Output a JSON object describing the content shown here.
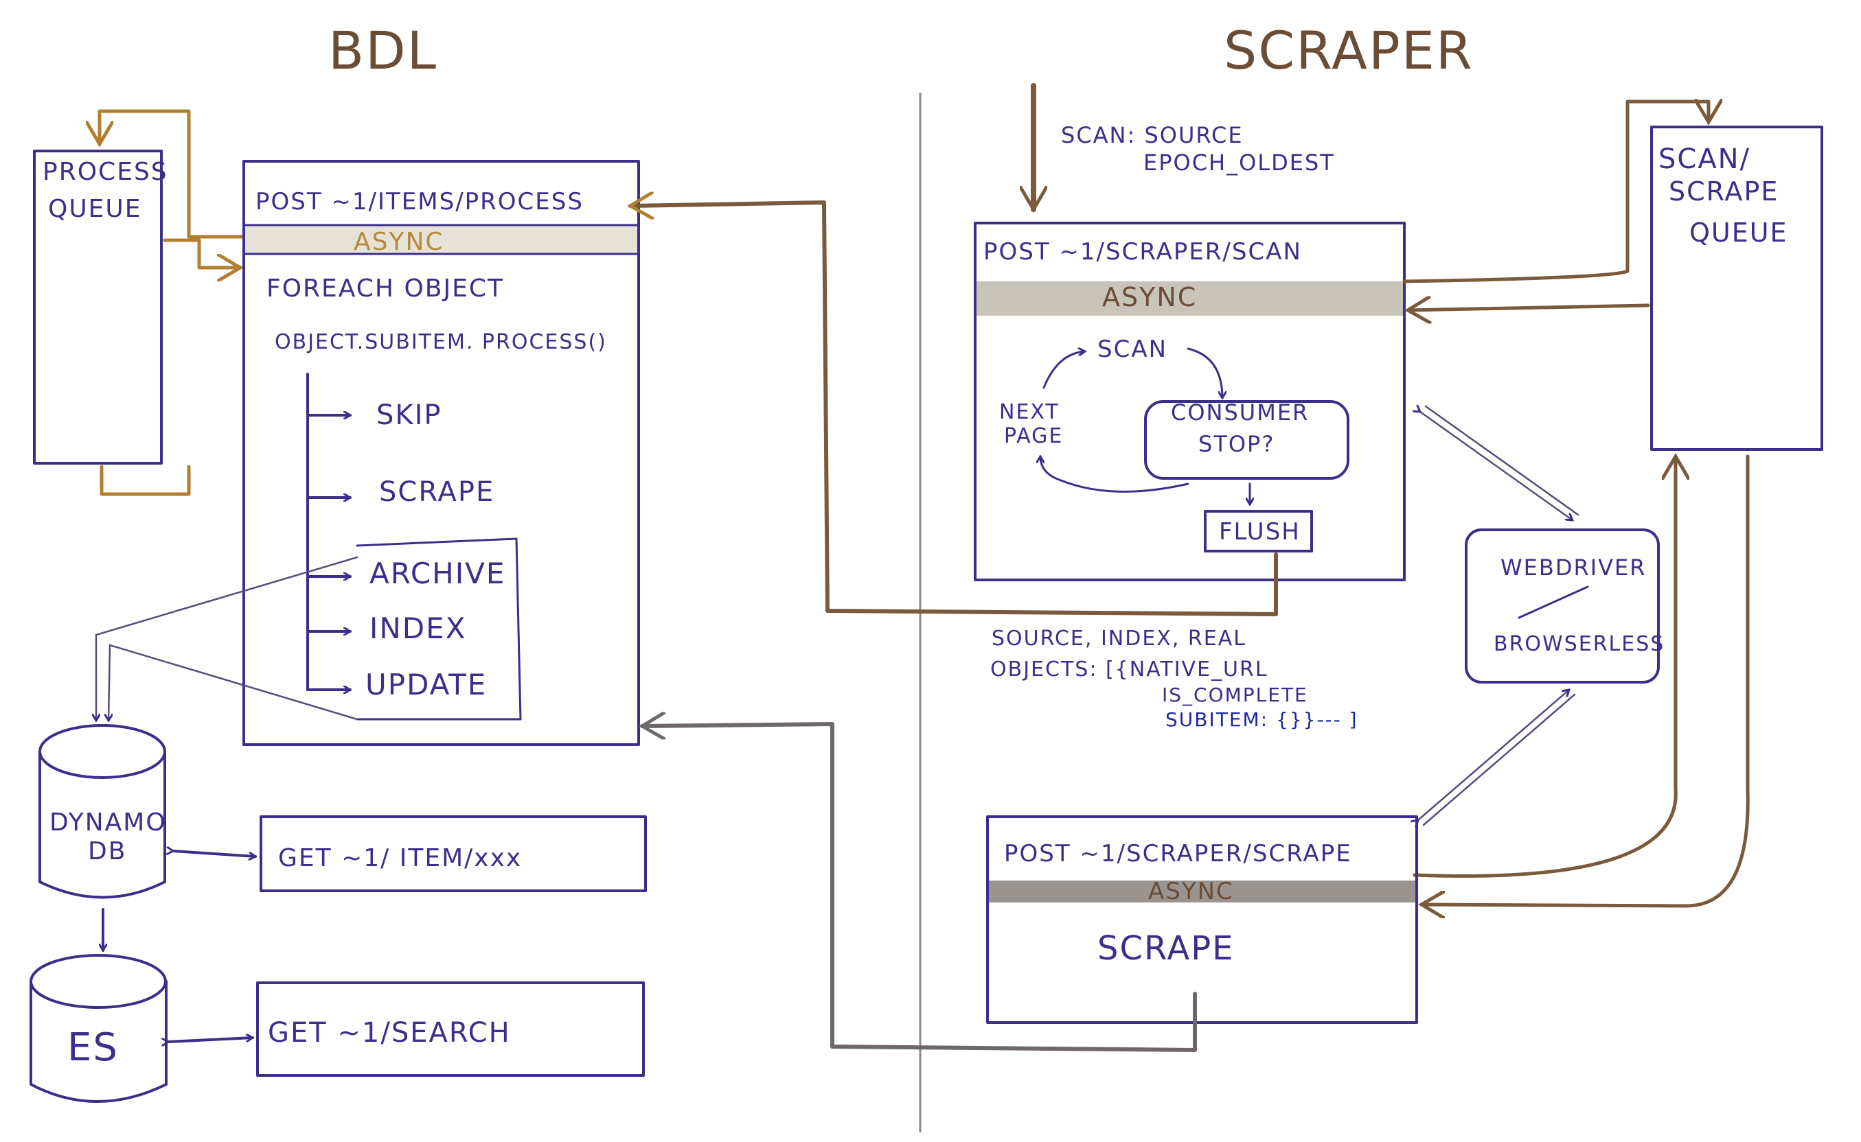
{
  "titles": {
    "left": "BDL",
    "right": "SCRAPER"
  },
  "colors": {
    "ink": "#3a2f8a",
    "brown": "#7a5a3a",
    "gold": "#b08030",
    "grey": "#6e6868",
    "async_band": "#c8c4b8"
  },
  "process_queue": {
    "line1": "PROCESS",
    "line2": "QUEUE"
  },
  "items_process": {
    "endpoint": "POST  ~1/ITEMS/PROCESS",
    "async": "ASYNC",
    "foreach": "FOREACH   OBJECT",
    "call": "OBJECT.SUBITEM. PROCESS()",
    "branches": [
      "SKIP",
      "SCRAPE",
      "ARCHIVE",
      "INDEX",
      "UPDATE"
    ]
  },
  "dynamo": {
    "line1": "DYNAMO",
    "line2": "DB"
  },
  "es": {
    "label": "ES"
  },
  "get_item": {
    "endpoint": "GET   ~1/ ITEM/xxx"
  },
  "get_search": {
    "endpoint": "GET   ~1/SEARCH"
  },
  "scan_input": {
    "line1": "SCAN: SOURCE",
    "line2": "EPOCH_OLDEST"
  },
  "scraper_scan": {
    "endpoint": "POST  ~1/SCRAPER/SCAN",
    "async": "ASYNC",
    "scan": "SCAN",
    "next_page_1": "NEXT",
    "next_page_2": "PAGE",
    "consumer_1": "CONSUMER",
    "consumer_2": "STOP?",
    "flush": "FLUSH"
  },
  "payload": {
    "line1": "SOURCE, INDEX, REAL",
    "line2_a": "OBJECTS: [{NATIVE_URL",
    "line3": "IS_COMPLETE",
    "line4": "SUBITEM: {}}---  ]"
  },
  "scan_scrape_queue": {
    "line1": "SCAN/",
    "line2": "SCRAPE",
    "line3": "QUEUE"
  },
  "webdriver": {
    "line1": "WEBDRIVER",
    "line2": "BROWSERLESS"
  },
  "scraper_scrape": {
    "endpoint": "POST  ~1/SCRAPER/SCRAPE",
    "async": "ASYNC",
    "body": "SCRAPE"
  }
}
